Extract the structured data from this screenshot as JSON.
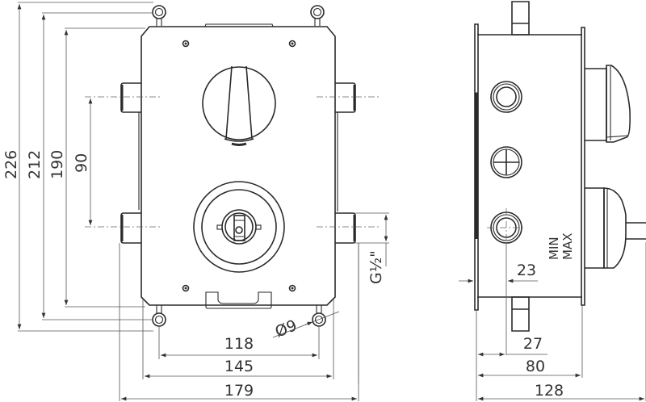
{
  "drawing": {
    "front_view": {
      "dimensions_vertical": [
        "226",
        "212",
        "190",
        "90"
      ],
      "dimensions_horizontal": [
        "118",
        "145",
        "179"
      ],
      "hole_diameter": "Ø9",
      "thread": "G½\""
    },
    "side_view": {
      "dimensions_horizontal": [
        "23",
        "27",
        "80",
        "128"
      ],
      "labels": {
        "min": "MIN",
        "max": "MAX"
      }
    }
  }
}
